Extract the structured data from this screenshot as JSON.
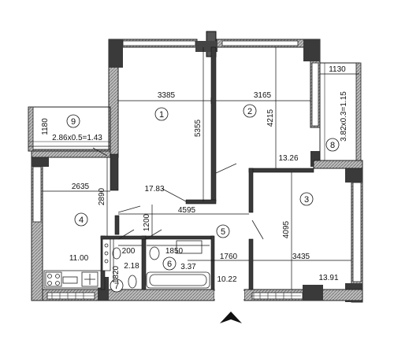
{
  "rooms": [
    {
      "number": "1",
      "area": "17.83"
    },
    {
      "number": "2",
      "area": "13.26"
    },
    {
      "number": "3",
      "area": "13.91"
    },
    {
      "number": "4",
      "area": "11.00"
    },
    {
      "number": "5",
      "area": "10.22"
    },
    {
      "number": "6",
      "area": "3.37"
    },
    {
      "number": "7",
      "area": "2.18"
    },
    {
      "number": "8",
      "area": "3.82x0.3=1.15"
    },
    {
      "number": "9",
      "area": "2.86x0.5=1.43"
    }
  ],
  "dimensions": {
    "d3385": "3385",
    "d3165": "3165",
    "d1130": "1130",
    "d1180": "1180",
    "d5355": "5355",
    "d4215": "4215",
    "d2635": "2635",
    "d2890": "2890",
    "d4595": "4595",
    "d1200": "1200",
    "d4095": "4095",
    "d200": "200",
    "d1850": "1850",
    "d1760": "1760",
    "d3435": "3435",
    "d1820": "1820"
  },
  "colors": {
    "wall_fill": "#8a8a8a",
    "wall_dark": "#222222",
    "line": "#1a1a1a"
  },
  "north_arrow_icon": "north-arrow-icon"
}
